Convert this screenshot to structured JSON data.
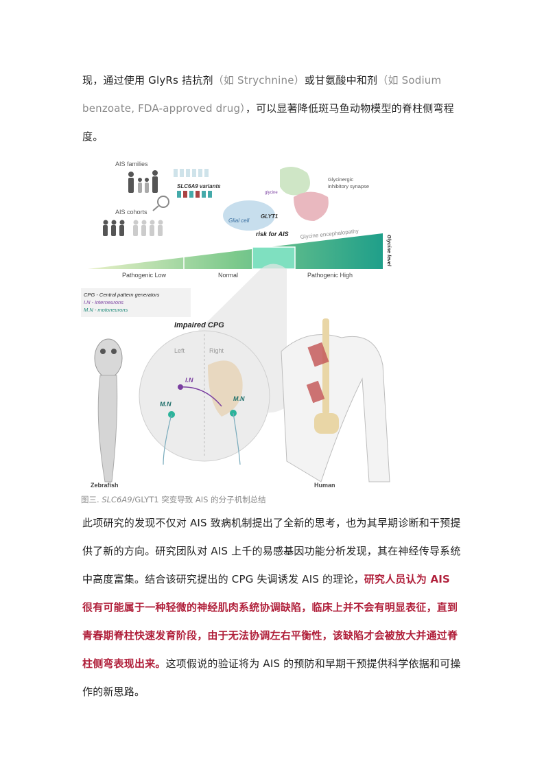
{
  "paragraph1": {
    "text_a": "现，通过使用 GlyRs 拮抗剂",
    "paren1": "（如 Strychnine）",
    "text_b": "或甘氨酸中和剂",
    "paren2": "（如 Sodium benzoate, FDA-approved drug）",
    "text_c": "，可以显著降低斑马鱼动物模型的脊柱侧弯程度。"
  },
  "figure": {
    "ais_families": "AIS families",
    "ais_cohorts": "AIS cohorts",
    "variants": "SLC6A9 variants",
    "glycine": "glycine",
    "glyt1": "GLYT1",
    "glial_cell": "Glial cell",
    "synapse_line1": "Glycinergic",
    "synapse_line2": "inhibitory synapse",
    "risk": "risk for AIS",
    "encephalopathy": "Glycine encephalopathy",
    "glycine_level": "Glycine level",
    "pathogenic_low": "Pathogenic Low",
    "normal": "Normal",
    "pathogenic_high": "Pathogenic High",
    "legend_cpg": "CPG - Central pattern generators",
    "legend_in": "I.N - interneurons",
    "legend_mn": "M.N - motoneurons",
    "impaired_cpg": "Impaired CPG",
    "left": "Left",
    "right": "Right",
    "in_label": "I.N",
    "mn_left": "M.N",
    "mn_right": "M.N",
    "zebrafish": "Zebrafish",
    "human": "Human"
  },
  "caption": {
    "prefix": "图三. ",
    "gene": "SLC6A9",
    "suffix": "/GLYT1 突变导致 AIS 的分子机制总结"
  },
  "paragraph2": {
    "text_a": "此项研究的发现不仅对 AIS 致病机制提出了全新的思考，也为其早期诊断和干预提供了新的方向。研究团队对 AIS 上千的易感基因功能分析发现，其在神经传导系统中高度富集。结合该研究提出的 CPG 失调诱发 AIS 的理论，",
    "highlight": "研究人员认为 AIS 很有可能属于一种轻微的神经肌肉系统协调缺陷，临床上并不会有明显表征，直到青春期脊柱快速发育阶段，由于无法协调左右平衡性，该缺陷才会被放大并通过脊柱侧弯表现出来。",
    "text_b": "这项假说的验证将为 AIS 的预防和早期干预提供科学依据和可操作的新思路。"
  },
  "colors": {
    "highlight": "#b01f3a",
    "teal": "#2bb39a",
    "purple": "#7a3fa0"
  }
}
